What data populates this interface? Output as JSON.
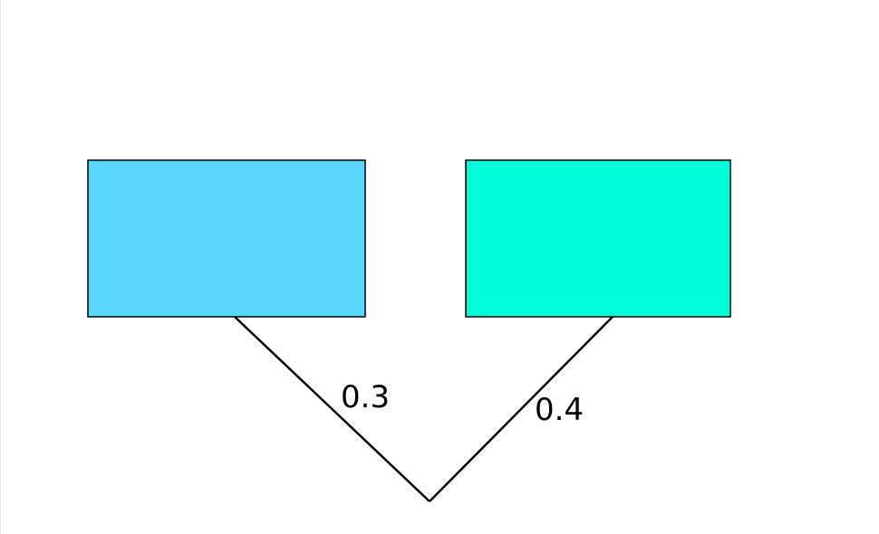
{
  "diagram": {
    "nodes": [
      {
        "id": "left-box",
        "label": "",
        "fill": "#5bd6ff"
      },
      {
        "id": "right-box",
        "label": "",
        "fill": "#00ffd8"
      }
    ],
    "edges": [
      {
        "from": "left-box",
        "to": "junction",
        "label": "0.3"
      },
      {
        "from": "right-box",
        "to": "junction",
        "label": "0.4"
      }
    ],
    "colors": {
      "stroke": "#000000",
      "background": "#ffffff"
    }
  }
}
